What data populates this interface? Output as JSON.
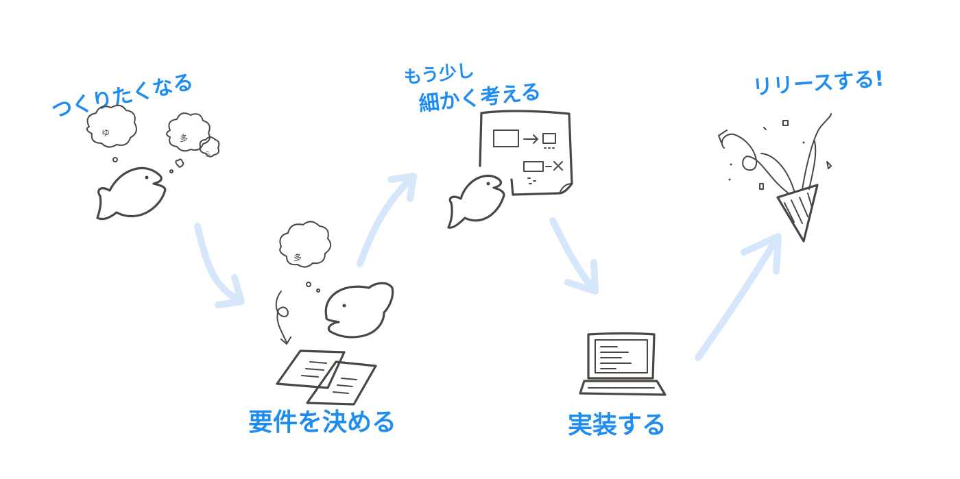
{
  "steps": [
    {
      "label": "つくりたくなる"
    },
    {
      "label": "要件を決める"
    },
    {
      "label_line1": "もう少し",
      "label_line2": "細かく考える"
    },
    {
      "label": "実装する"
    },
    {
      "label": "リリースする!"
    }
  ],
  "colors": {
    "label": "#1f8cf0",
    "ink": "#4a4642",
    "arrow": "#d6e6fb"
  }
}
